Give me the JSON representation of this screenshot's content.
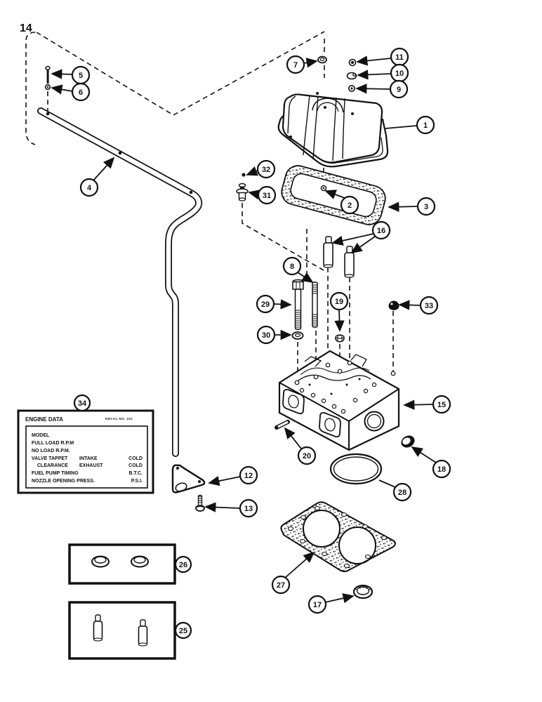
{
  "page_number": "14",
  "callouts": {
    "c1": "1",
    "c2": "2",
    "c3": "3",
    "c4": "4",
    "c5": "5",
    "c6": "6",
    "c7": "7",
    "c8": "8",
    "c9": "9",
    "c10": "10",
    "c11": "11",
    "c12": "12",
    "c13": "13",
    "c15": "15",
    "c16": "16",
    "c17": "17",
    "c18": "18",
    "c19": "19",
    "c20": "20",
    "c25": "25",
    "c26": "26",
    "c27": "27",
    "c28": "28",
    "c29": "29",
    "c30": "30",
    "c31": "31",
    "c32": "32",
    "c33": "33",
    "c34": "34"
  },
  "decal": {
    "title": "ENGINE DATA",
    "decal_no": "DECAL NO. 221",
    "rows": [
      {
        "c1": "MODEL",
        "c2": "",
        "c3": ""
      },
      {
        "c1": "FULL LOAD R.P.M",
        "c2": "",
        "c3": ""
      },
      {
        "c1": "NO LOAD R.P.M.",
        "c2": "",
        "c3": ""
      },
      {
        "c1": "VALVE TAPPET",
        "c2": "INTAKE",
        "c3": "COLD"
      },
      {
        "c1": "CLEARANCE",
        "c2": "EXHAUST",
        "c3": "COLD"
      },
      {
        "c1": "FUEL PUMP TIMING",
        "c2": "",
        "c3": "B.T.C."
      },
      {
        "c1": "NOZZLE OPENING PRESS.",
        "c2": "",
        "c3": "P.S.I."
      }
    ]
  }
}
